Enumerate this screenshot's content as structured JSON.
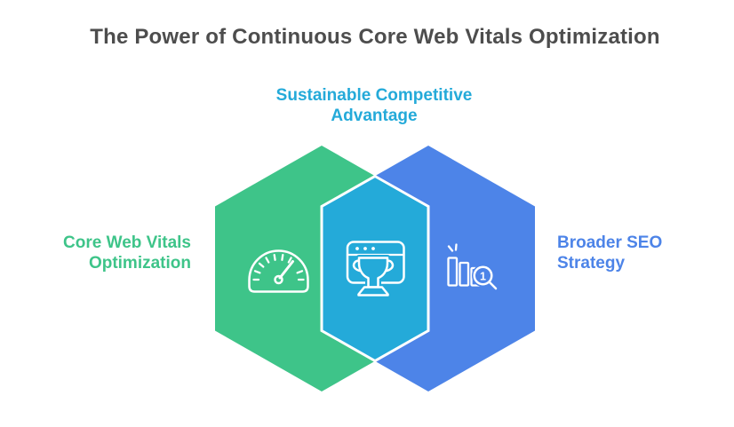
{
  "title": "The Power of Continuous Core Web Vitals Optimization",
  "diagram": {
    "center_label": "Sustainable Competitive\nAdvantage",
    "left_label": "Core Web Vitals\nOptimization",
    "right_label": "Broader SEO\nStrategy",
    "magnifier_digit": "1",
    "icons": {
      "left": "speedometer-icon",
      "center": "browser-trophy-icon",
      "right": "bar-chart-magnifier-icon"
    }
  },
  "colors": {
    "green": "#3ec489",
    "blue": "#4d84e8",
    "cyan": "#24aad9",
    "title_text": "#4d4d4d",
    "icon_white": "#ffffff",
    "background": "#ffffff"
  }
}
